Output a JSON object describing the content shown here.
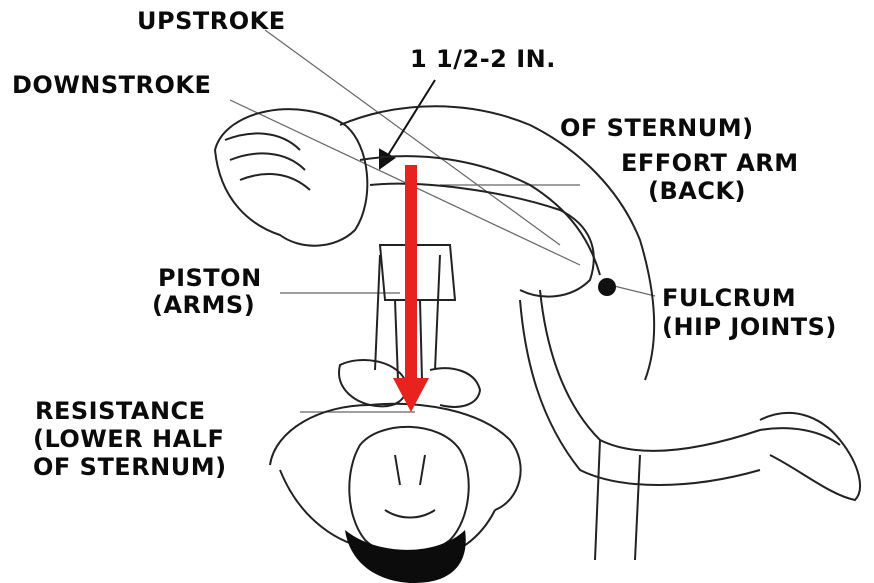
{
  "labels": {
    "upstroke": "UPSTROKE",
    "measure": "1 1/2-2 IN.",
    "downstroke": "DOWNSTROKE",
    "of_sternum_top": "OF STERNUM)",
    "effort_arm_1": "EFFORT ARM",
    "effort_arm_2": "(BACK)",
    "piston_1": "PISTON",
    "piston_2": "(ARMS)",
    "fulcrum_1": "FULCRUM",
    "fulcrum_2": "(HIP JOINTS)",
    "resistance_1": "RESISTANCE",
    "resistance_2": "(LOWER HALF",
    "resistance_3": "OF STERNUM)"
  },
  "colors": {
    "arrow": "#e8231f",
    "ink": "#111111",
    "line": "#555555"
  }
}
